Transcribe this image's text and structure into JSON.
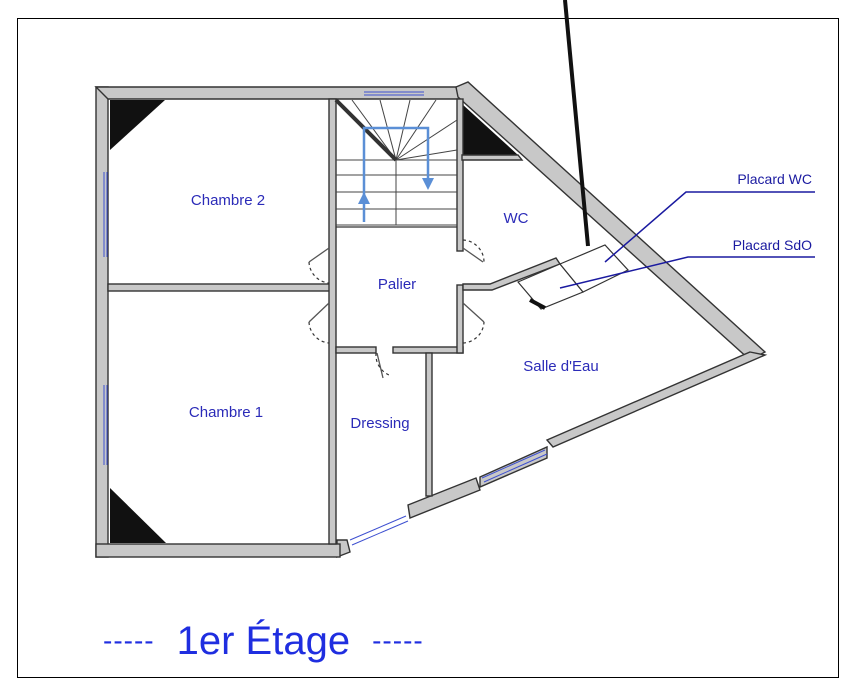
{
  "rooms": {
    "chambre2": "Chambre 2",
    "chambre1": "Chambre 1",
    "palier": "Palier",
    "wc": "WC",
    "dressing": "Dressing",
    "salle_eau": "Salle d'Eau"
  },
  "callouts": {
    "placard_wc": "Placard WC",
    "placard_sdo": "Placard SdO"
  },
  "title": {
    "left_dashes": "-----",
    "text": "1er Étage",
    "right_dashes": "-----"
  },
  "colors": {
    "wall_fill": "#c8c8c8",
    "label": "#2b2bb8",
    "stair_arrow": "#5b8fd6",
    "callout_line": "#1a1aa0",
    "title": "#1f2ee0"
  }
}
